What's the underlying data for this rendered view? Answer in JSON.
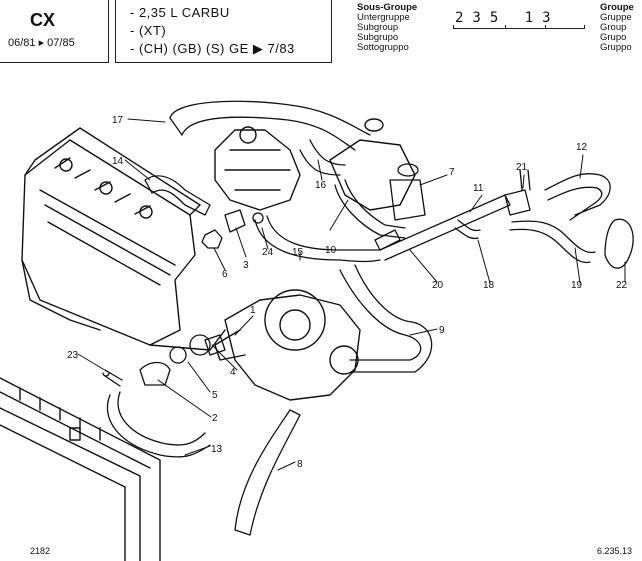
{
  "header": {
    "model": "CX",
    "dates": "06/81 ▸ 07/85",
    "applicability": [
      "- 2,35 L CARBU",
      "- (XT)",
      "- (CH) (GB) (S) GE  ▶  7/83"
    ],
    "subgroup_labels": [
      "Sous-Groupe",
      "Untergruppe",
      "Subgroup",
      "Subgrupo",
      "Sottogruppo"
    ],
    "group_labels": [
      "Groupe",
      "Gruppe",
      "Group",
      "Grupo",
      "Gruppo"
    ],
    "code": "235 13"
  },
  "footer": {
    "left": "2182",
    "right": "6.235.13"
  },
  "callouts": [
    "17",
    "14",
    "16",
    "3",
    "24",
    "6",
    "15",
    "10",
    "7",
    "21",
    "11",
    "12",
    "20",
    "18",
    "19",
    "22",
    "9",
    "1",
    "4",
    "5",
    "23",
    "2",
    "13",
    "8"
  ]
}
